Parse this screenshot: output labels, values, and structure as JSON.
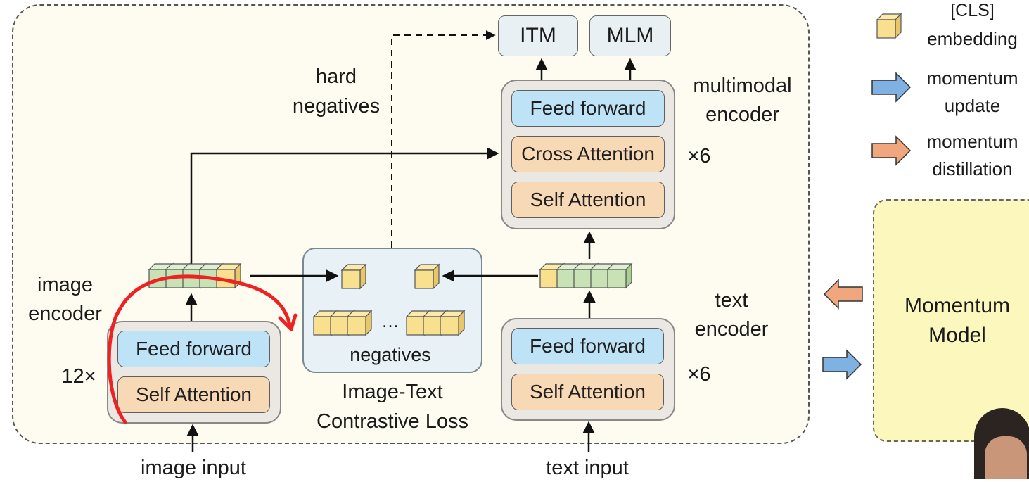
{
  "legend": {
    "cls_line1": "[CLS]",
    "cls_line2": "embedding",
    "momentum_update_line1": "momentum",
    "momentum_update_line2": "update",
    "momentum_distill_line1": "momentum",
    "momentum_distill_line2": "distillation"
  },
  "heads": {
    "itm": "ITM",
    "mlm": "MLM"
  },
  "hard_negatives": {
    "line1": "hard",
    "line2": "negatives"
  },
  "multimodal": {
    "title_line1": "multimodal",
    "title_line2": "encoder",
    "feed_forward": "Feed forward",
    "cross_attention": "Cross Attention",
    "self_attention": "Self Attention",
    "repeat": "×6"
  },
  "image_encoder": {
    "title_line1": "image",
    "title_line2": "encoder",
    "feed_forward": "Feed forward",
    "self_attention": "Self Attention",
    "repeat": "12×"
  },
  "text_encoder": {
    "title_line1": "text",
    "title_line2": "encoder",
    "feed_forward": "Feed forward",
    "self_attention": "Self Attention",
    "repeat": "×6"
  },
  "contrastive": {
    "ellipsis": "…",
    "negatives": "negatives",
    "caption_line1": "Image-Text",
    "caption_line2": "Contrastive Loss"
  },
  "momentum_model": {
    "line1": "Momentum",
    "line2": "Model"
  },
  "inputs": {
    "image": "image input",
    "text": "text input"
  },
  "colors": {
    "cls_cube": "#f9e08e",
    "patch_cube": "#c8e2b5",
    "block_blue": "#bfe3f6",
    "block_peach": "#f8d9b6",
    "arrow_blue": "#7fb1e3",
    "arrow_orange": "#f0a77e",
    "annotation_red": "#ee2222"
  }
}
